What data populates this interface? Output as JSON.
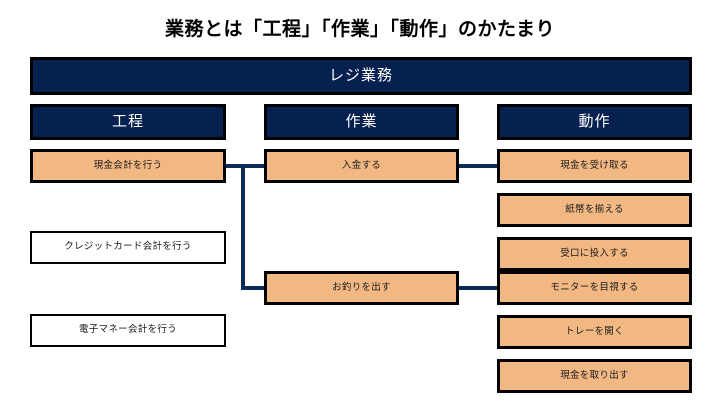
{
  "title": "業務とは「工程」「作業」「動作」のかたまり",
  "master": {
    "label": "レジ業務"
  },
  "columns": [
    {
      "id": "process",
      "header": "工程"
    },
    {
      "id": "task",
      "header": "作業"
    },
    {
      "id": "motion",
      "header": "動作"
    }
  ],
  "process_steps": [
    {
      "label": "現金会計を行う",
      "style": "highlight"
    },
    {
      "label": "クレジットカード会計を行う",
      "style": "plain"
    },
    {
      "label": "電子マネー会計を行う",
      "style": "plain"
    }
  ],
  "task_steps": [
    {
      "label": "入金する",
      "style": "highlight"
    },
    {
      "label": "お釣りを出す",
      "style": "highlight"
    }
  ],
  "motion_steps": [
    {
      "label": "現金を受け取る",
      "style": "highlight"
    },
    {
      "label": "紙幣を揃える",
      "style": "highlight"
    },
    {
      "label": "受口に投入する",
      "style": "highlight"
    },
    {
      "label": "モニターを目視する",
      "style": "highlight"
    },
    {
      "label": "トレーを開く",
      "style": "highlight"
    },
    {
      "label": "現金を取り出す",
      "style": "highlight"
    }
  ],
  "colors": {
    "navy": "#06214f",
    "orange": "#f2b884",
    "connector": "#0c2b57",
    "border": "#000000",
    "background": "#ffffff"
  }
}
